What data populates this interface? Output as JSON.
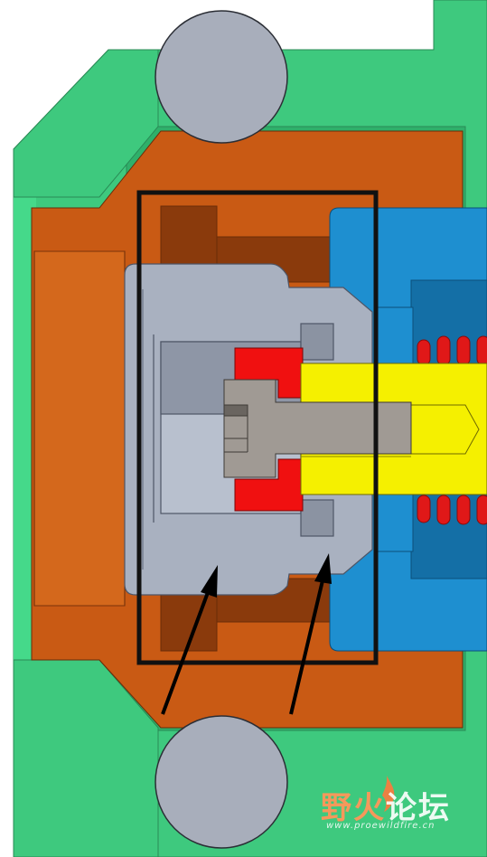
{
  "watermark": {
    "title_part1": "野火",
    "title_part2": "论坛",
    "url": "www.proewildfire.cn",
    "logo_icon": "flame-icon"
  },
  "colors": {
    "housing_green": "#3ec97e",
    "housing_green_dark": "#2aa866",
    "body_orange": "#c95a14",
    "body_orange_dark": "#8a3a0c",
    "cavity_orange": "#d4681c",
    "retainer_gray": "#a9b1c0",
    "retainer_gray_dark": "#8b93a2",
    "piston_blue": "#1e8fd0",
    "piston_blue_dark": "#146fa6",
    "spring_red": "#e01818",
    "seal_red": "#f01010",
    "shaft_yellow": "#f5f000",
    "bolt_gray": "#a09a94",
    "ball_gray": "#a8aebb",
    "frame_black": "#111111",
    "background": "#ffffff"
  }
}
